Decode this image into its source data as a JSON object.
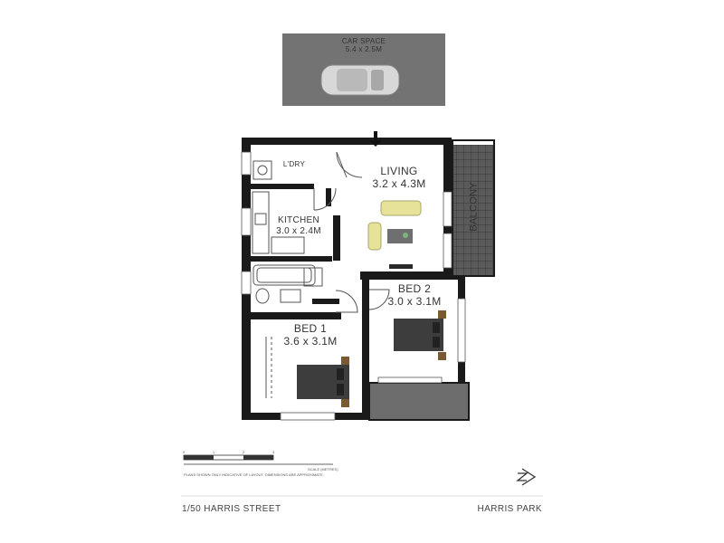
{
  "car_space": {
    "label": "CAR SPACE",
    "size": "5.4 x 2.5M"
  },
  "rooms": {
    "laundry": {
      "name": "L'DRY"
    },
    "living": {
      "name": "LIVING",
      "size": "3.2 x 4.3M"
    },
    "kitchen": {
      "name": "KITCHEN",
      "size": "3.0 x 2.4M"
    },
    "balcony": {
      "name": "BALCONY"
    },
    "bed2": {
      "name": "BED 2",
      "size": "3.0 x 3.1M"
    },
    "bed1": {
      "name": "BED 1",
      "size": "3.6 x 3.1M"
    }
  },
  "scale_bar": {
    "ticks": [
      "0",
      "1",
      "2",
      "3"
    ],
    "unit_label": "SCALE (METRES)",
    "disclaimer": "PLANS SHOWN ONLY INDICATIVE OF LAYOUT. DIMENSIONS ARE APPROXIMATE."
  },
  "footer": {
    "address": "1/50 HARRIS STREET",
    "suburb": "HARRIS PARK"
  },
  "colors": {
    "wall": "#1a1a1a",
    "car_space": "#707070",
    "tile": "#555555",
    "sofa": "#e6e29a",
    "bed": "#3d3d3d"
  },
  "icons": [
    "entry-arrow-icon",
    "north-arrow-icon",
    "car-icon",
    "door-swing-icon"
  ]
}
